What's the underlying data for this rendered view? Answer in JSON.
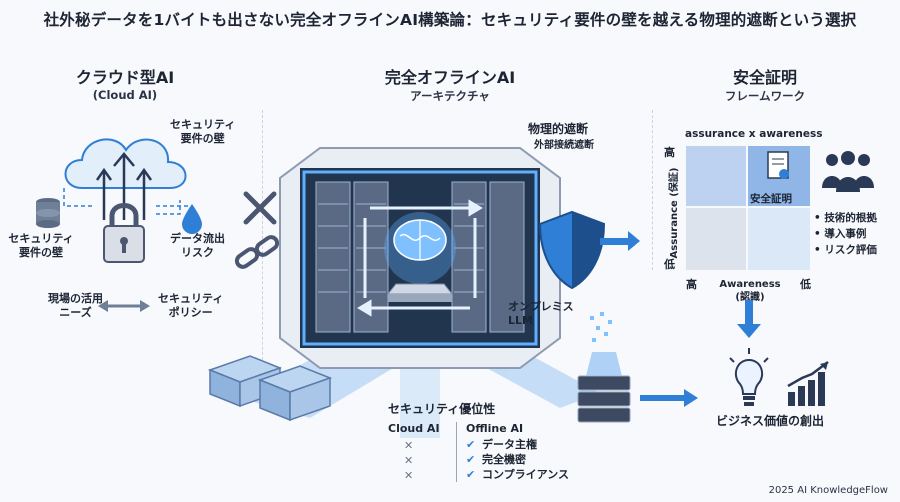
{
  "title": "社外秘データを1バイトも出さない完全オフラインAI構築論：セキュリティ要件の壁を越える物理的遮断という選択",
  "left": {
    "heading": "クラウド型AI",
    "subheading": "(Cloud AI)",
    "label_wall_top": "セキュリティ\n要件の壁",
    "label_wall_left": "セキュリティ\n要件の壁",
    "label_leak": "データ流出\nリスク",
    "label_field": "現場の活用\nニーズ",
    "label_policy": "セキュリティ\nポリシー"
  },
  "center": {
    "heading": "完全オフラインAI",
    "subheading": "アーキテクチャ",
    "label_cut": "物理的遮断",
    "label_cut_sub": "外部接続遮断",
    "label_llm": "オンプレミス\nLLM",
    "security": {
      "heading": "セキュリティ優位性",
      "cloud_label": "Cloud AI",
      "offline_label": "Offline AI",
      "items": [
        "データ主権",
        "完全機密",
        "コンプライアンス"
      ]
    }
  },
  "right": {
    "heading": "安全証明",
    "subheading": "フレームワーク",
    "matrix_title": "assurance x awareness",
    "y_high": "高",
    "y_low": "低",
    "y_axis": "Assurance (保証)",
    "x_high": "高",
    "x_low": "低",
    "x_axis": "Awareness\n(認識)",
    "cert_label": "安全証明",
    "bullets": [
      "技術的根拠",
      "導入事例",
      "リスク評価"
    ],
    "value_label": "ビジネス価値の創出"
  },
  "footer": "2025 AI KnowledgeFlow",
  "colors": {
    "accent": "#2f7fd6",
    "dark_navy": "#2a3a56",
    "light_blue": "#cfe2f7"
  }
}
